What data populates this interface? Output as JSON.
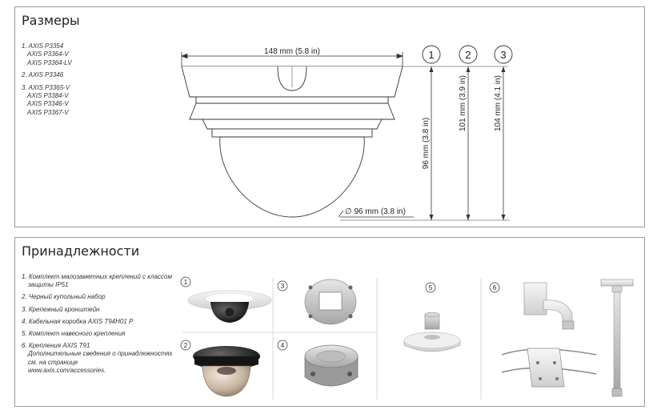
{
  "dimensions": {
    "title": "Размеры",
    "models": [
      {
        "lines": [
          "1. AXIS P3354",
          "AXIS P3364-V",
          "AXIS P3364-LV"
        ]
      },
      {
        "lines": [
          "2. AXIS P3346"
        ]
      },
      {
        "lines": [
          "3. AXIS P3365-V",
          "AXIS P3384-V",
          "AXIS P3346-V",
          "AXIS P3367-V"
        ]
      }
    ],
    "width_label": "148 mm (5.8 in)",
    "diameter_label": "∅ 96 mm (3.8 in)",
    "heights": [
      {
        "number": "1",
        "label": "96 mm (3.8 in)"
      },
      {
        "number": "2",
        "label": "101 mm (3.9 in)"
      },
      {
        "number": "3",
        "label": "104 mm (4.1 in)"
      }
    ]
  },
  "accessories": {
    "title": "Принадлежности",
    "items": [
      {
        "lines": [
          "1. Комплект малозаметных креплений с классом",
          "защиты IP51"
        ]
      },
      {
        "lines": [
          "2. Черный купольный набор"
        ]
      },
      {
        "lines": [
          "3. Крепежный кронштейн"
        ]
      },
      {
        "lines": [
          "4. Кабельная коробка AXIS T94H01 P"
        ]
      },
      {
        "lines": [
          "5. Комплект навесного крепления"
        ]
      },
      {
        "lines": [
          "6. Крепления AXIS T91",
          "Дополнительные сведения о принадлежностях",
          "см. на странице",
          "www.axis.com/accessories."
        ]
      }
    ],
    "thumb_numbers": [
      "1",
      "2",
      "3",
      "4",
      "5",
      "6"
    ]
  }
}
